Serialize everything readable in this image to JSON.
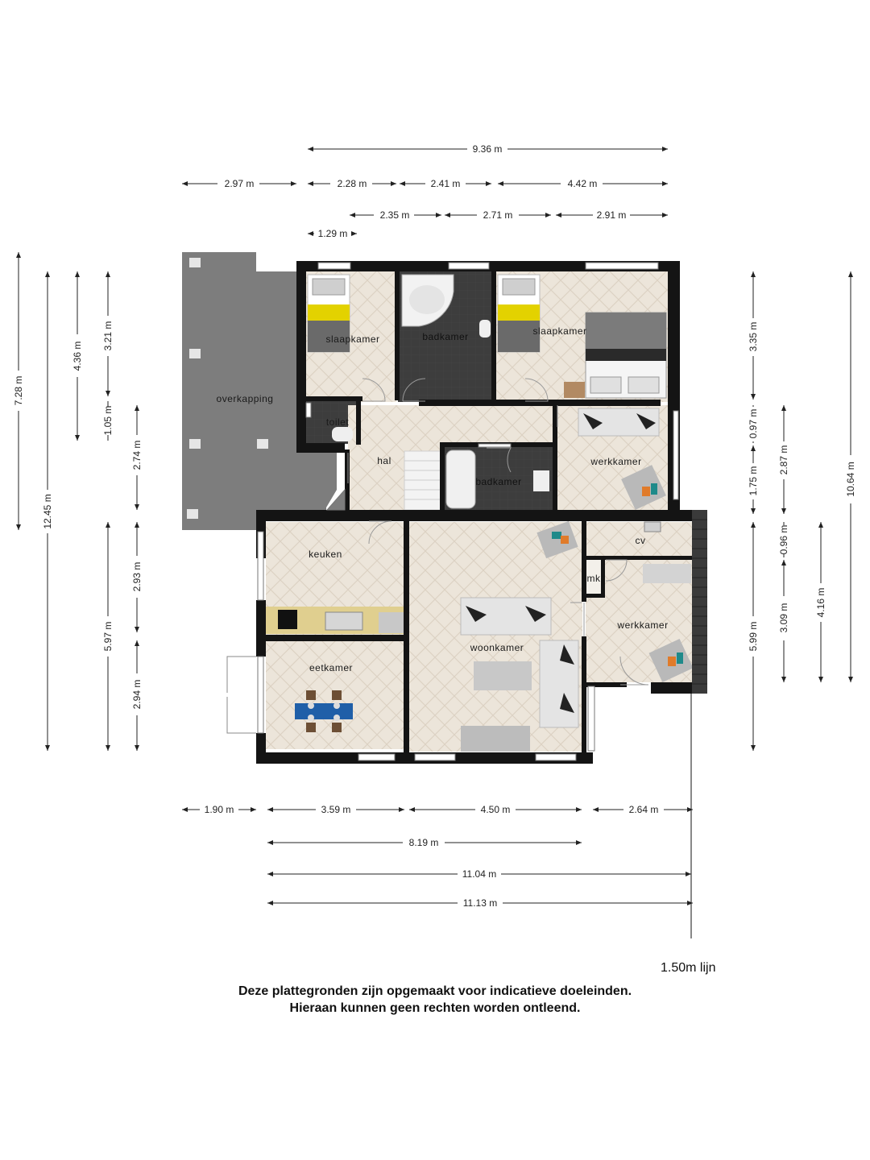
{
  "rooms": {
    "slaapkamer_1": "slaapkamer",
    "badkamer_1": "badkamer",
    "slaapkamer_2": "slaapkamer",
    "toilet": "toilet",
    "hal": "hal",
    "badkamer_2": "badkamer",
    "werkkamer_1": "werkkamer",
    "keuken": "keuken",
    "woonkamer": "woonkamer",
    "cv": "cv",
    "mk": "mk",
    "werkkamer_2": "werkkamer",
    "eetkamer": "eetkamer",
    "overkapping": "overkapping"
  },
  "dimensions": {
    "top_total": "9.36 m",
    "top_row2": [
      "2.97 m",
      "2.28 m",
      "2.41 m",
      "4.42 m"
    ],
    "top_row3": [
      "2.35 m",
      "2.71 m",
      "2.91 m"
    ],
    "top_row4": "1.29 m",
    "left": [
      "7.28 m",
      "12.45 m",
      "4.36 m",
      "3.21 m",
      "1.05 m",
      "5.97 m",
      "2.74 m",
      "2.93 m",
      "2.94 m"
    ],
    "right": [
      "3.35 m",
      "0.97 m",
      "1.75 m",
      "5.99 m",
      "2.87 m",
      "0.96 m",
      "3.09 m",
      "4.16 m",
      "10.64 m"
    ],
    "bottom_row1": [
      "1.90 m",
      "3.59 m",
      "4.50 m",
      "2.64 m"
    ],
    "bottom_row2": "8.19 m",
    "bottom_row3": "11.04 m",
    "bottom_row4": "11.13 m"
  },
  "scale_label": "1.50m lijn",
  "disclaimer": {
    "line1": "Deze plattegronden zijn opgemaakt voor indicatieve doeleinden.",
    "line2": "Hieraan kunnen geen rechten worden ontleend."
  },
  "colors": {
    "wall": "#141414",
    "floor": "#ece5da",
    "bath_floor": "#3c3c3c",
    "overkapping": "#7d7d7d",
    "accent_bed": "#e3d200",
    "accent_table": "#1f5fa8"
  }
}
